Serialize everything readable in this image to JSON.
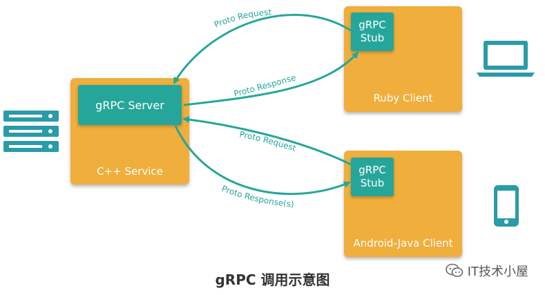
{
  "server": {
    "service_label": "C++ Service",
    "inner_label": "gRPC Server"
  },
  "ruby_client": {
    "label": "Ruby Client",
    "stub_line1": "gRPC",
    "stub_line2": "Stub"
  },
  "android_client": {
    "label": "Android-Java Client",
    "stub_line1": "gRPC",
    "stub_line2": "Stub"
  },
  "arrows": {
    "ruby_request": "Proto Request",
    "ruby_response": "Proto Response",
    "android_request": "Proto Request",
    "android_response": "Proto Response(s)"
  },
  "caption": "gRPC 调用示意图",
  "watermark": "IT技术小屋",
  "icons": [
    "server-rack-icon",
    "laptop-icon",
    "phone-icon",
    "wechat-icon"
  ],
  "colors": {
    "box": "#F0AE3C",
    "inner": "#26A69A",
    "arrow": "#26A69A",
    "icon": "#2A9BA8"
  }
}
